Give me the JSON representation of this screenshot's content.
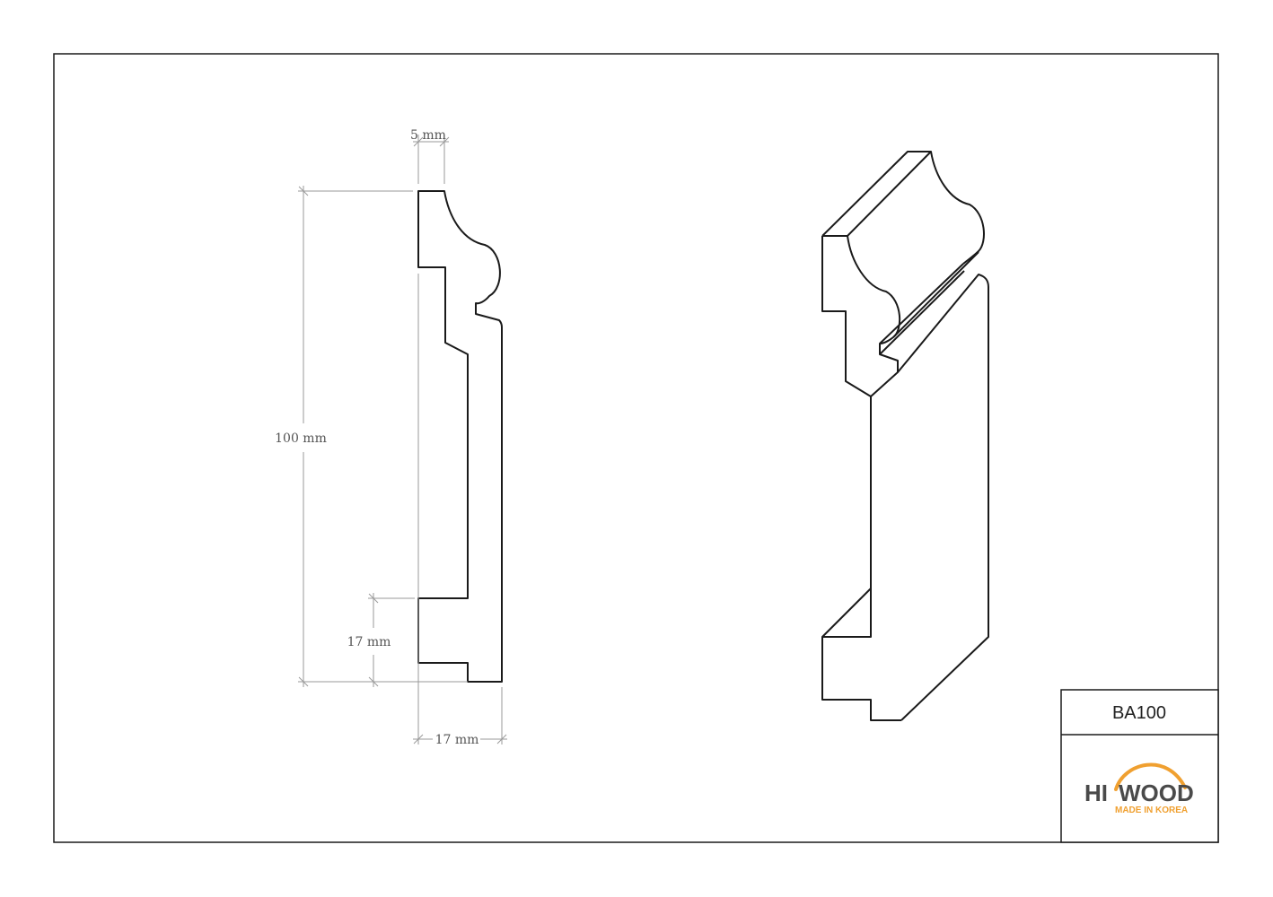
{
  "title_block": {
    "product_code": "BA100"
  },
  "logo": {
    "brand_left": "HI",
    "brand_right": "WOOD",
    "tagline": "MADE IN KOREA",
    "arc_color": "#f0a030",
    "text_color": "#4a4a4a"
  },
  "dimensions": {
    "top_lip_width": "5 mm",
    "total_height": "100 mm",
    "bottom_groove_height": "17 mm",
    "total_thickness": "17 mm"
  },
  "colors": {
    "outline": "#1a1a1a",
    "dimension_line": "#9a9a9a",
    "dimension_text": "#555555"
  }
}
